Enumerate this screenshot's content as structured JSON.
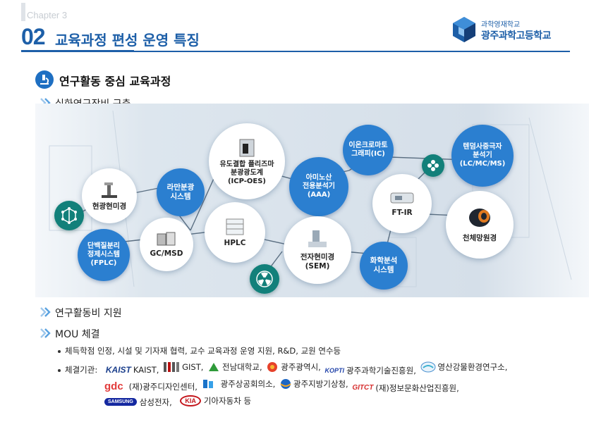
{
  "header": {
    "chapter": "Chapter 3",
    "number": "02",
    "title": "교육과정 편성 운영 특징"
  },
  "logo": {
    "small": "과학영재학교",
    "big": "광주과학고등학교"
  },
  "section": {
    "title": "연구활동 중심 교육과정",
    "items": [
      "심화연구장비 구축",
      "연구활동비 지원",
      "MOU 체결"
    ]
  },
  "diagram": {
    "nodes": {
      "microscope": "현광현미경",
      "raman": "라만분광\n시스템",
      "icp": "유도결합 플리즈마\n분광광도계\n(ICP-OES)",
      "aaa": "아미노산\n전용분석기\n(AAA)",
      "ic": "이온크로마토\n그래피(IC)",
      "lcms": "텐덤사중극자\n분석기\n(LC/MC/MS)",
      "fplc": "단백질분리\n정제시스템\n(FPLC)",
      "gcmsd": "GC/MSD",
      "hplc": "HPLC",
      "sem": "전자현미경\n(SEM)",
      "chem": "화학분석\n시스템",
      "ftir": "FT-IR",
      "telescope": "천체망원경"
    },
    "icons": [
      "molecule-icon",
      "flower-icon",
      "radiation-icon",
      "microscope-icon"
    ]
  },
  "mou": {
    "detail": "체득학점 인정, 시설 및 기자재 협력, 교수 교육과정 운영 지원, R&D, 교원 연수등",
    "orgs_label": "체결기관:",
    "line1": [
      {
        "logo": "KAIST",
        "name": "KAIST,"
      },
      {
        "logo": "",
        "name": "GIST,"
      },
      {
        "logo": "",
        "name": "전남대학교,"
      },
      {
        "logo": "",
        "name": "광주광역시,"
      },
      {
        "logo": "KOPTI",
        "name": "광주과학기술진흥원,"
      },
      {
        "logo": "",
        "name": "영산강물환경연구소,"
      }
    ],
    "line2": [
      {
        "logo": "gdc",
        "name": "(재)광주디자인센터,"
      },
      {
        "logo": "",
        "name": "광주상공회의소,"
      },
      {
        "logo": "",
        "name": "광주지방기상청,"
      },
      {
        "logo": "GITCT",
        "name": "(재)정보문화산업진흥원,"
      }
    ],
    "line3": [
      {
        "logo": "SAMSUNG",
        "name": "삼성전자,"
      },
      {
        "logo": "KIA",
        "name": "기아자동차 등"
      }
    ]
  },
  "colors": {
    "primary": "#1d5fa8",
    "node_blue": "#2b7fd0",
    "node_teal": "#12807a"
  }
}
